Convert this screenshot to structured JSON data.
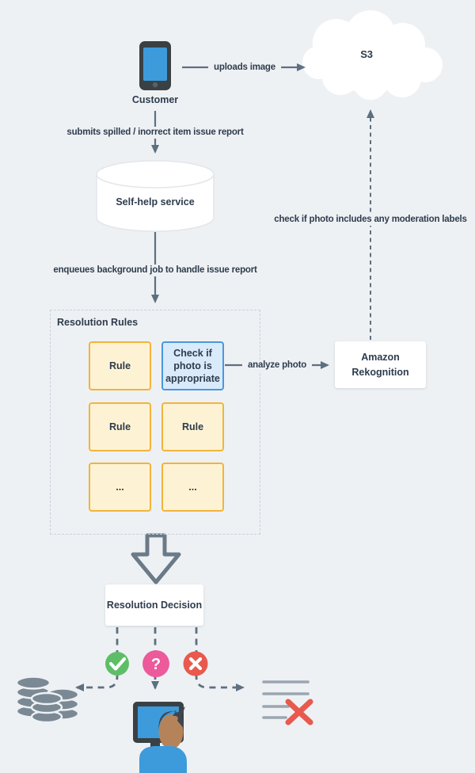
{
  "colors": {
    "background": "#eef1f4",
    "line": "#5d7080",
    "text": "#2e3c4d",
    "node_bg": "#ffffff",
    "node_border": "#e2e6ea",
    "dashed_panel_border": "#c7d1db",
    "rule_fill": "#fdf3d4",
    "rule_border": "#f2b43b",
    "check_fill": "#d9eafa",
    "check_border": "#4a97dd",
    "approve_green": "#5ebe68",
    "question_pink": "#ec5a9c",
    "deny_red": "#e8594e",
    "device_dark": "#3a4145",
    "screen_blue": "#3d9bdc",
    "skin": "#b5835a",
    "coin_gray": "#7b8995",
    "report_line_gray": "#9aa6b0"
  },
  "diagram": {
    "nodes": {
      "customer": {
        "label": "Customer",
        "icon": "smartphone-icon"
      },
      "s3": {
        "label": "S3",
        "icon": "cloud-icon"
      },
      "self_help": {
        "label": "Self-help service",
        "shape": "cylinder"
      },
      "rules_panel": {
        "title": "Resolution Rules",
        "cells": [
          {
            "label": "Rule",
            "variant": "rule"
          },
          {
            "label": "Check if photo is appropriate",
            "variant": "highlighted"
          },
          {
            "label": "Rule",
            "variant": "rule"
          },
          {
            "label": "Rule",
            "variant": "rule"
          },
          {
            "label": "...",
            "variant": "rule"
          },
          {
            "label": "...",
            "variant": "rule"
          }
        ]
      },
      "rekognition": {
        "label": "Amazon Rekognition"
      },
      "decision": {
        "label": "Resolution Decision"
      }
    },
    "edges": {
      "uploads_image": "uploads image",
      "submits_report": "submits spilled / inorrect item issue report",
      "enqueues_job": "enqueues background job to handle issue report",
      "analyze_photo": "analyze photo",
      "check_moderation": "check if photo includes any moderation labels"
    },
    "outcomes": {
      "approve_icon": "check-icon",
      "question_glyph": "?",
      "deny_icon": "x-icon",
      "targets": [
        "refund-coins-icon",
        "agent-review-icon",
        "rejected-report-icon"
      ]
    }
  }
}
